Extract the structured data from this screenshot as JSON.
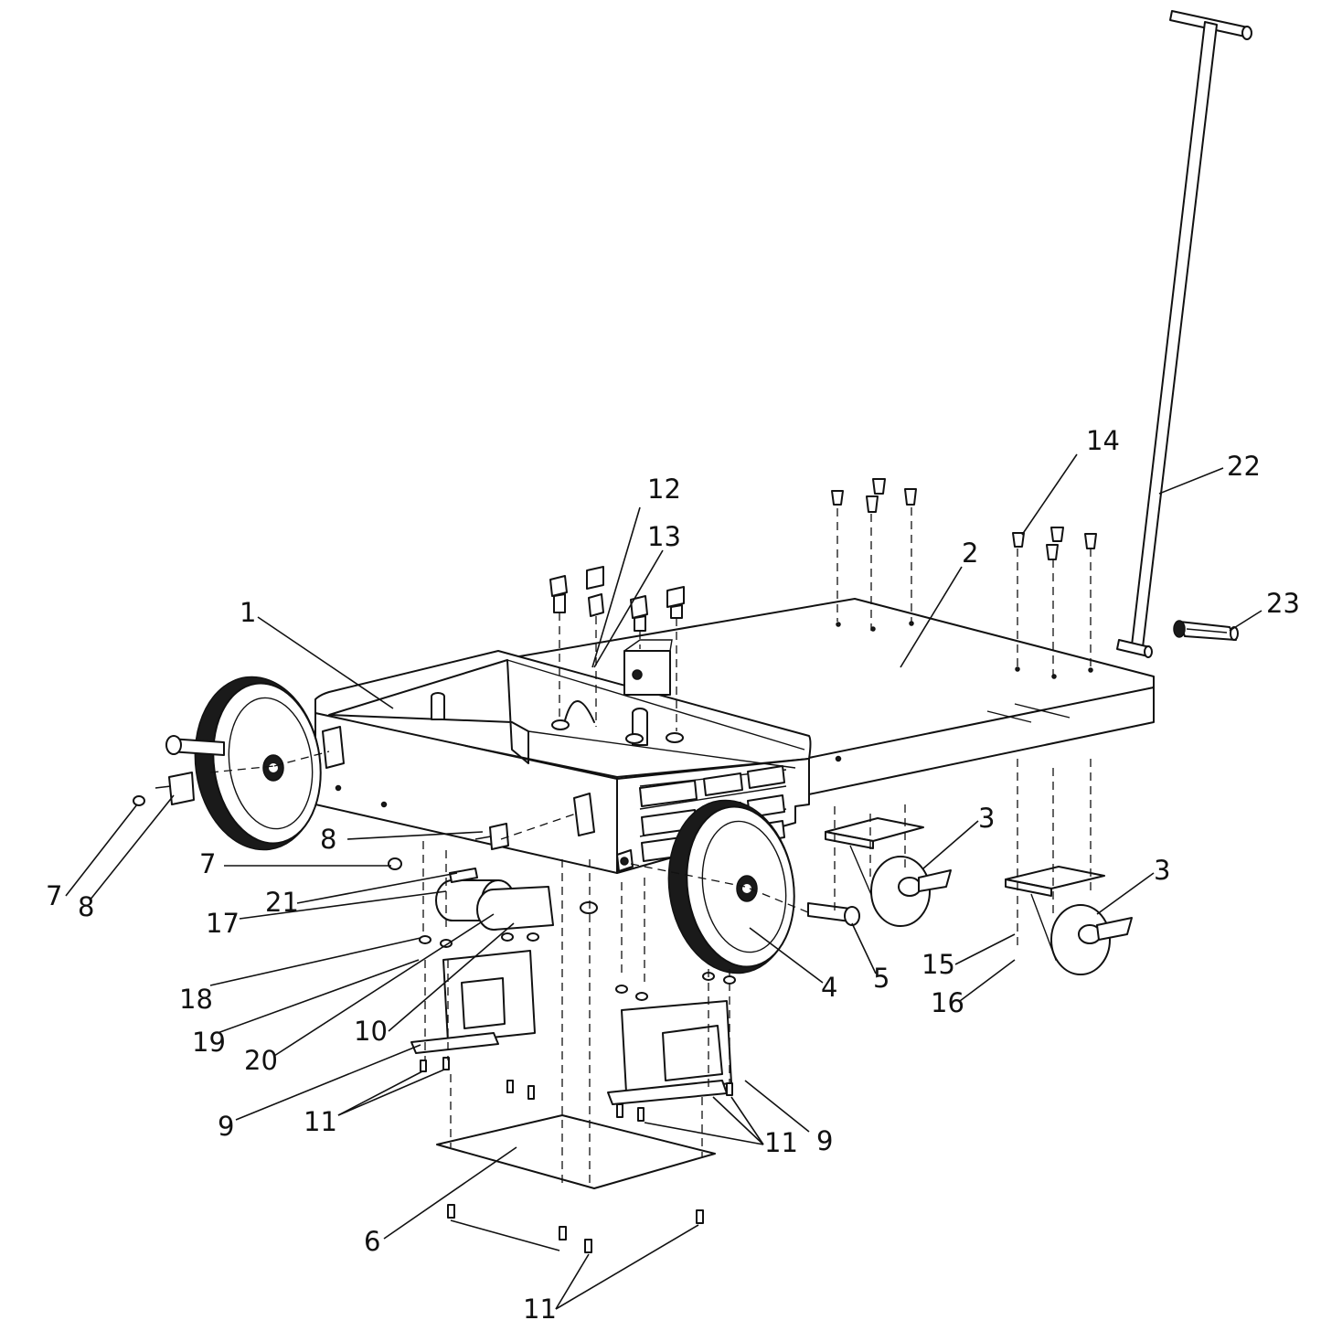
{
  "labels": {
    "l1": "1",
    "l2": "2",
    "l3a": "3",
    "l3b": "3",
    "l4": "4",
    "l5": "5",
    "l6": "6",
    "l7a": "7",
    "l7b": "7",
    "l8a": "8",
    "l8b": "8",
    "l9a": "9",
    "l9b": "9",
    "l10": "10",
    "l11a": "11",
    "l11b": "11",
    "l11c": "11",
    "l12": "12",
    "l13": "13",
    "l14": "14",
    "l15": "15",
    "l16": "16",
    "l17": "17",
    "l18": "18",
    "l19": "19",
    "l20": "20",
    "l21": "21",
    "l22": "22",
    "l23": "23"
  }
}
